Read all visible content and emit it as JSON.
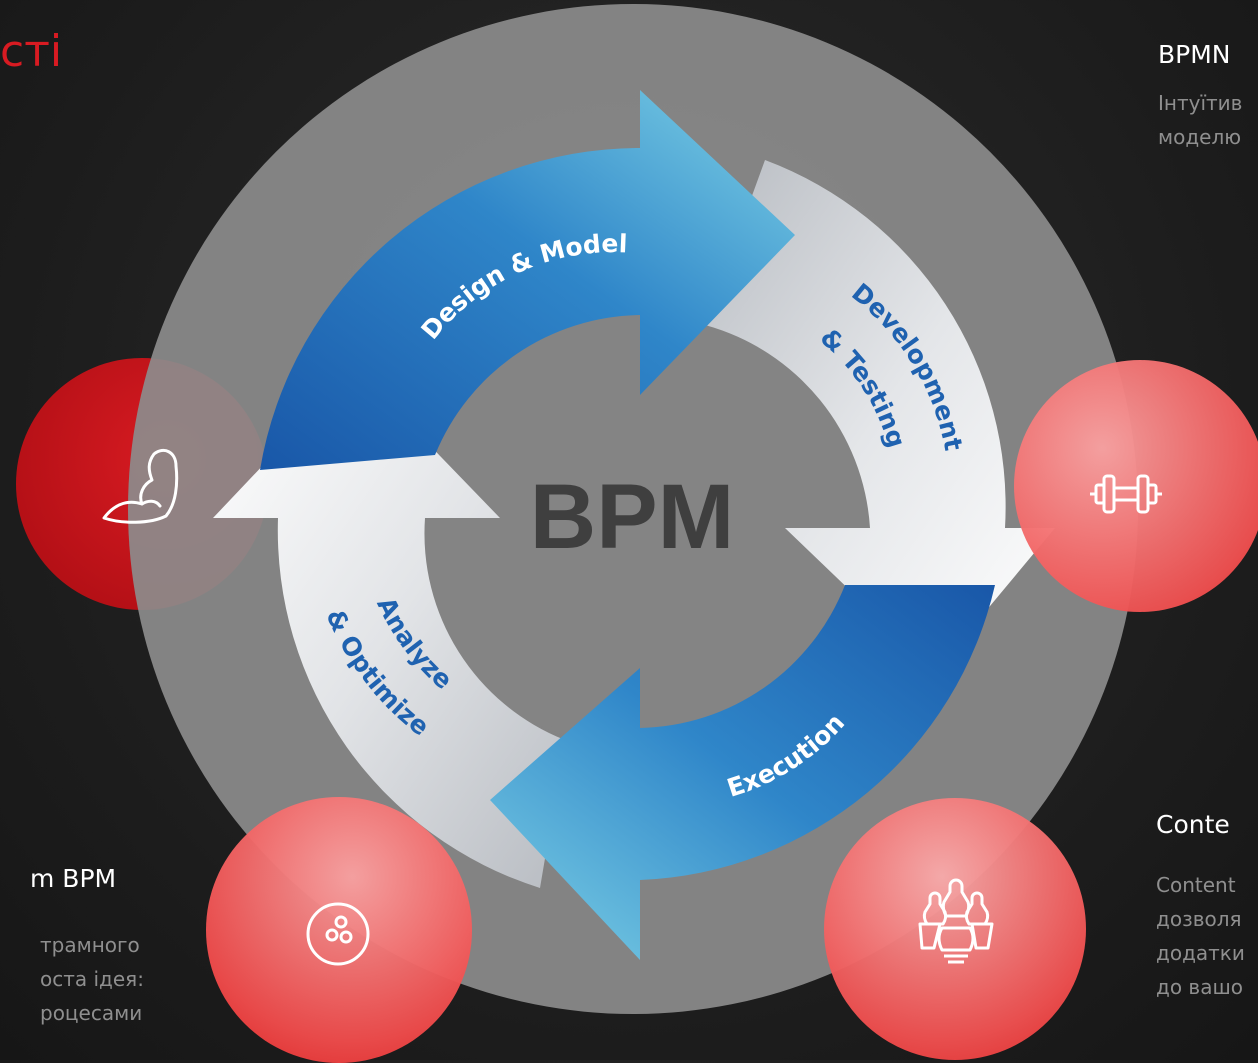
{
  "heading": {
    "title_fragment": "сті"
  },
  "top_right": {
    "title": "BPMN",
    "lines": [
      "Інтуїтив",
      "моделю"
    ]
  },
  "bottom_left": {
    "title": "m BPM",
    "lines": [
      "трамного",
      "оста ідея:",
      "роцесами"
    ]
  },
  "bottom_right": {
    "title": "Conte",
    "lines": [
      "Content",
      "дозволя",
      "додатки",
      "до вашо"
    ]
  },
  "cycle": {
    "center": "BPM",
    "design": "Design & Model",
    "dev_line1": "Development",
    "dev_line2": "& Testing",
    "execution": "Execution",
    "analyze_line1": "Analyze",
    "analyze_line2": "& Optimize"
  },
  "icons": {
    "left": "flexed-bicep-icon",
    "right": "dumbbell-icon",
    "bottom_left": "bowling-ball-icon",
    "bottom_right": "bowling-pins-icon"
  },
  "colors": {
    "accent": "#d81b22",
    "blue": "#1f62b0",
    "light_blue": "#6cc8e0"
  }
}
